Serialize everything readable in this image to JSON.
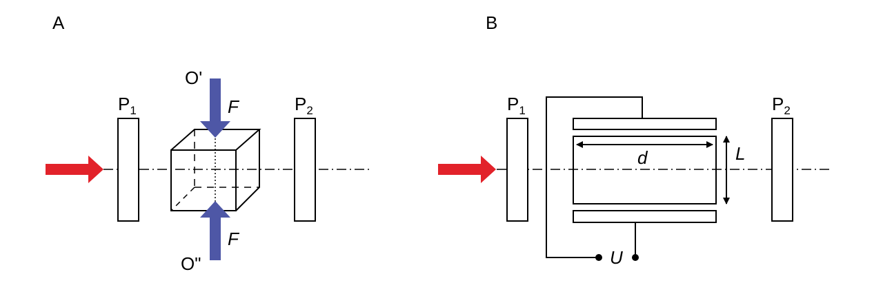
{
  "panel_a": {
    "label": "A",
    "polarizer_1": {
      "main": "P",
      "sub": "1"
    },
    "polarizer_2": {
      "main": "P",
      "sub": "2"
    },
    "top_origin": "O'",
    "bottom_origin": "O\"",
    "force_top": "F",
    "force_bottom": "F"
  },
  "panel_b": {
    "label": "B",
    "polarizer_1": {
      "main": "P",
      "sub": "1"
    },
    "polarizer_2": {
      "main": "P",
      "sub": "2"
    },
    "width_symbol": "d",
    "length_symbol": "L",
    "voltage_symbol": "U"
  },
  "colors": {
    "light_arrow": "#e2222a",
    "force_arrow": "#4e57a6",
    "line": "#000000"
  }
}
